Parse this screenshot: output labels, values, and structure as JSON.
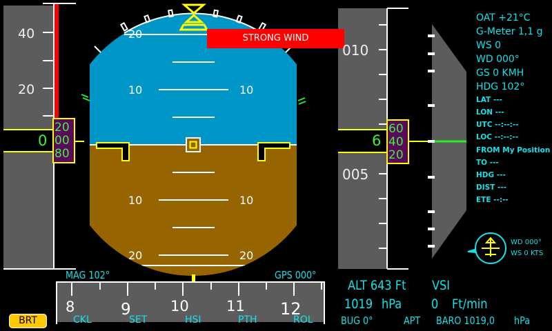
{
  "alert": {
    "text": "STRONG WIND",
    "color": "#ff0000"
  },
  "attitude": {
    "pitch_labels_up": [
      "20",
      "10",
      "10"
    ],
    "pitch_labels_down": [
      "10",
      "10",
      "20",
      "20"
    ],
    "sky_color": "#0096c8",
    "ground_color": "#966400"
  },
  "airspeed": {
    "scale_labels": [
      "40",
      "20"
    ],
    "current": "0",
    "roller": [
      "20",
      "00",
      "80"
    ]
  },
  "altitude": {
    "scale_labels": [
      "010",
      "005"
    ],
    "current": "6",
    "roller": [
      "60",
      "40",
      "20"
    ]
  },
  "info": {
    "oat": "OAT +21°C",
    "gmeter": "G-Meter 1,1 g",
    "ws": "WS 0",
    "wd": "WD 000°",
    "gs": "GS 0 KMH",
    "hdg": "HDG 102°",
    "lat": "LAT ---",
    "lon": "LON ---",
    "utc": "UTC --:--:--",
    "loc": "LOC --:--:--",
    "from": "FROM My Position",
    "to": "TO ---",
    "hdg2": "HDG ---",
    "dist": "DIST ---",
    "ete": "ETE --:--"
  },
  "wind": {
    "wd": "WD 000°",
    "ws": "WS 0 KTS"
  },
  "heading": {
    "mag": "MAG 102°",
    "gps": "GPS 000°",
    "labels": [
      "8",
      "9",
      "10",
      "11",
      "12"
    ]
  },
  "menu": {
    "brt": "BRT",
    "items": [
      "CKL",
      "SET",
      "HSI",
      "PTH",
      "ROL"
    ]
  },
  "readouts": {
    "alt": "ALT 643 Ft",
    "vsi": "VSI",
    "baro_hpa": "1019",
    "hpa_unit": "hPa",
    "vs_value": "0",
    "vs_unit": "Ft/min",
    "bug": "BUG 0°",
    "apt": "APT",
    "baro": "BARO 1019,0",
    "baro_unit": "hPa"
  }
}
